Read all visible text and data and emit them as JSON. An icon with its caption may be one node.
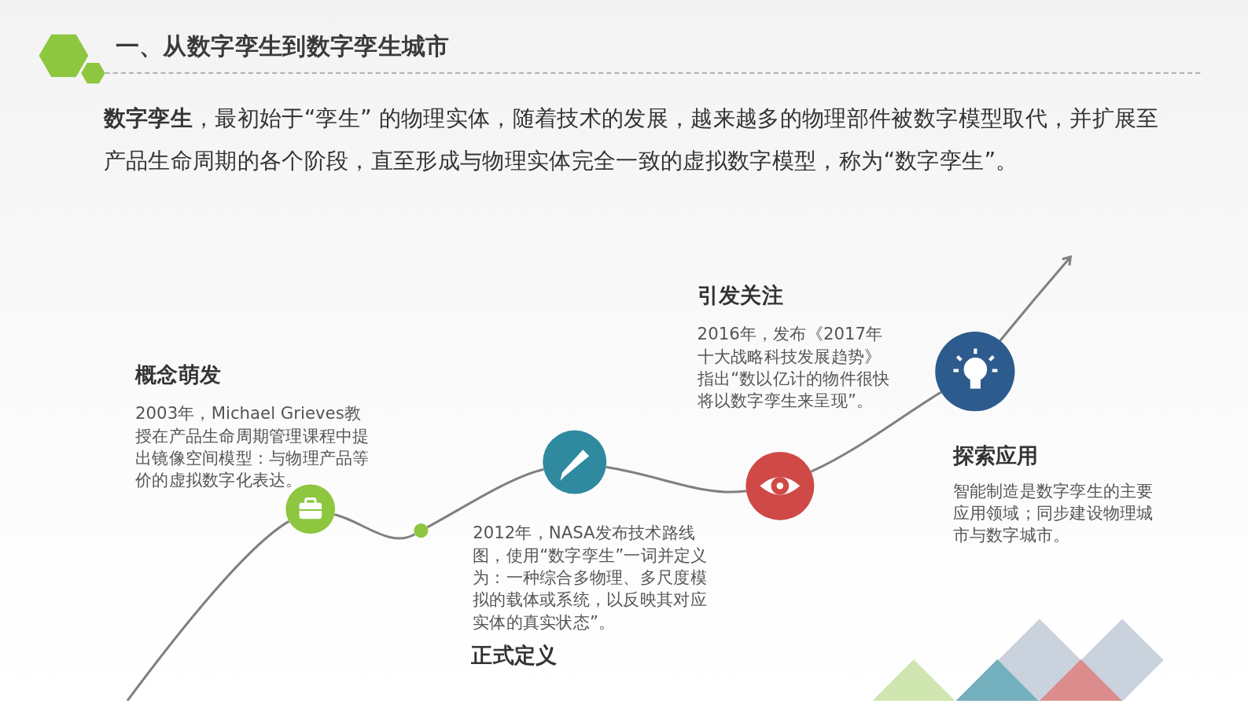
{
  "diagram": {
    "title": "一、从数字孪生到数字孪生城市",
    "labels": [
      "**数字孪生**，最初始于“孪生” 的物理实体，随着技术的发展，越来越多的物理部件被数字模型取代，并扩展至产品生命周期的各个阶段，直至形成与物理实体完全一致的虚拟数字模型，称为“数字孪生”。"
    ],
    "nodes": [
      {
        "text": [],
        "shape": "circle",
        "beside": [
          "概念萌发",
          "2003年，Michael Grieves教授在产品生命周期管理课程中提出镜像空间模型：与物理产品等价的虚拟数字化表达。"
        ]
      },
      {
        "text": [],
        "shape": "circle"
      },
      {
        "text": [],
        "shape": "circle",
        "beside": [
          "正式定义",
          "2012年，NASA发布技术路线图，使用“数字孪生”一词并定义为：一种综合多物理、多尺度模拟的载体或系统，以反映其对应实体的真实状态”。"
        ]
      },
      {
        "text": [],
        "shape": "circle",
        "beside": [
          "引发关注",
          "2016年，发布《2017年十大战略科技发展趋势》指出“数以亿计的物件很快将以数字孪生来呈现”。"
        ]
      },
      {
        "text": [],
        "shape": "circle",
        "beside": [
          "探索应用",
          "智能制造是数字孪生的主要应用领域；同步建设物理城市与数字城市。"
        ]
      }
    ],
    "edges": [
      {
        "from": null,
        "to": 0,
        "arrow": "none"
      },
      {
        "from": 0,
        "to": 1,
        "arrow": "none"
      },
      {
        "from": 1,
        "to": 2,
        "arrow": "none"
      },
      {
        "from": 2,
        "to": 3,
        "arrow": "none"
      },
      {
        "from": 3,
        "to": 4,
        "arrow": "none"
      },
      {
        "from": 4,
        "to": null,
        "arrow": "to"
      }
    ]
  }
}
